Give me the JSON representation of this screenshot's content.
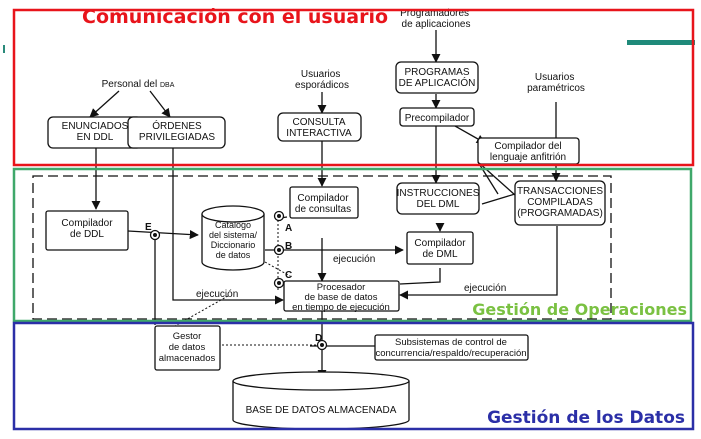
{
  "regions": {
    "user_communication": {
      "title": "Comunicación con el usuario",
      "color": "#e8141b"
    },
    "operations_management": {
      "title": "Gestión de Operaciones",
      "color": "#7ac142"
    },
    "data_management": {
      "title": "Gestión de los Datos",
      "color": "#2b2fa7"
    }
  },
  "actors": {
    "dba_staff": {
      "prefix": "Personal del ",
      "small": "DBA"
    },
    "casual_users": [
      "Usuarios",
      "esporádicos"
    ],
    "app_programmers": [
      "Programadores",
      "de aplicaciones"
    ],
    "parametric_users": [
      "Usuarios",
      "paramétricos"
    ]
  },
  "boxes": {
    "ddl_statements": [
      "ENUNCIADOS",
      "EN DDL"
    ],
    "privileged_commands": [
      "ÓRDENES",
      "PRIVILEGIADAS"
    ],
    "interactive_query": [
      "CONSULTA",
      "INTERACTIVA"
    ],
    "application_programs": [
      "PROGRAMAS",
      "DE APLICACIÓN"
    ],
    "precompiler": [
      "Precompilador"
    ],
    "host_compiler": [
      "Compilador del",
      "lenguaje anfitrión"
    ],
    "dml_statements": [
      "INSTRUCCIONES",
      "DEL DML"
    ],
    "compiled_transactions": [
      "TRANSACCIONES",
      "COMPILADAS",
      "(PROGRAMADAS)"
    ],
    "ddl_compiler": [
      "Compilador",
      "de DDL"
    ],
    "catalog": [
      "Catálogo",
      "del sistema/",
      "Diccionario",
      "de datos"
    ],
    "query_compiler": [
      "Compilador",
      "de consultas"
    ],
    "dml_compiler": [
      "Compilador",
      "de DML"
    ],
    "runtime_processor": [
      "Procesador",
      "de base de datos",
      "en tiempo de ejecución"
    ],
    "stored_data_manager": [
      "Gestor",
      "de datos",
      "almacenados"
    ],
    "control_subsystems": [
      "Subsistemas de control de",
      "concurrencia/respaldo/recuperación"
    ],
    "stored_database": [
      "BASE DE DATOS ALMACENADA"
    ]
  },
  "labels": {
    "exec_1": "ejecución",
    "exec_2": "ejecución",
    "exec_3": "ejecución",
    "A": "A",
    "B": "B",
    "C": "C",
    "D": "D",
    "E": "E"
  }
}
